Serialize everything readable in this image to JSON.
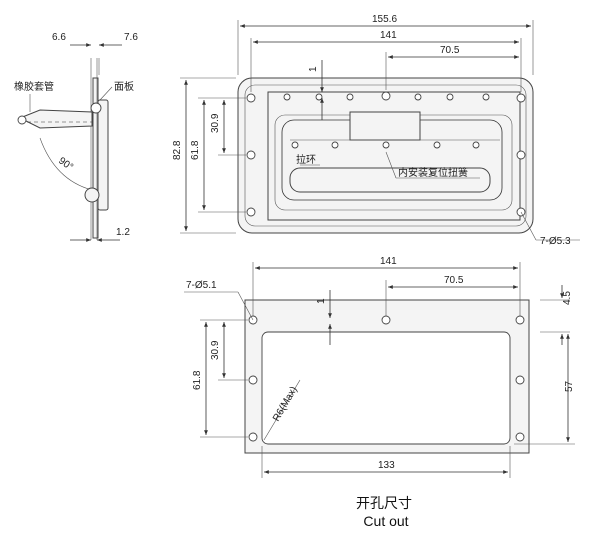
{
  "side_view": {
    "dim_6_6": "6.6",
    "dim_7_6": "7.6",
    "dim_1_2": "1.2",
    "label_rubber_sleeve": "橡胶套管",
    "label_panel": "面板",
    "angle": "90°"
  },
  "front_view": {
    "dim_155_6": "155.6",
    "dim_141": "141",
    "dim_70_5": "70.5",
    "dim_1": "1",
    "dim_82_8": "82.8",
    "dim_61_8": "61.8",
    "dim_30_9": "30.9",
    "label_pull_ring": "拉环",
    "label_spring": "内安装复位扭簧",
    "hole_callout": "7-Ø5.3"
  },
  "cutout_view": {
    "dim_141": "141",
    "dim_70_5": "70.5",
    "dim_1": "1",
    "dim_4_5": "4.5",
    "dim_61_8": "61.8",
    "dim_30_9": "30.9",
    "dim_57": "57",
    "dim_133": "133",
    "radius_label": "R6(Max)",
    "hole_callout": "7-Ø5.1"
  },
  "caption": {
    "zh": "开孔尺寸",
    "en": "Cut out"
  }
}
